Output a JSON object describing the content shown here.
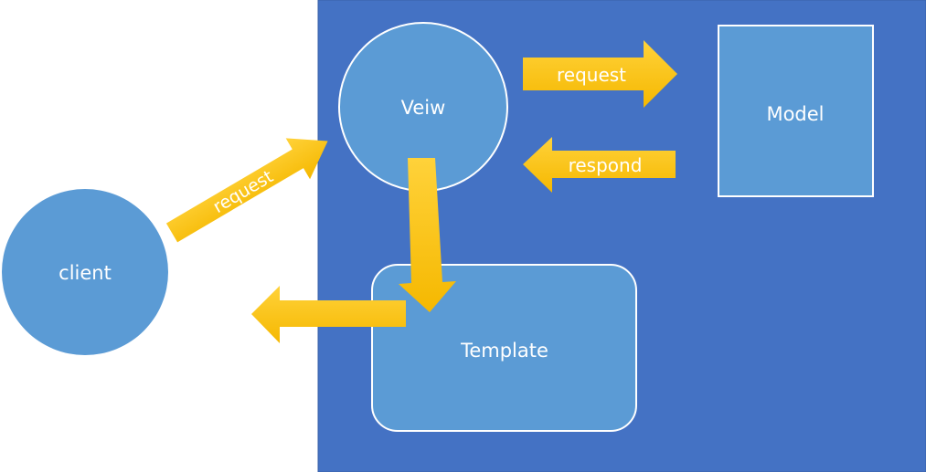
{
  "nodes": {
    "client": "client",
    "view": "Veiw",
    "model": "Model",
    "template": "Template"
  },
  "arrows": {
    "client_to_view": "request",
    "view_to_model": "request",
    "model_to_view": "respond"
  },
  "colors": {
    "panel": "#4472C4",
    "node_fill": "#5B9BD5",
    "node_stroke": "#FFFFFF",
    "arrow": "#FFC000",
    "text": "#FFFFFF"
  }
}
